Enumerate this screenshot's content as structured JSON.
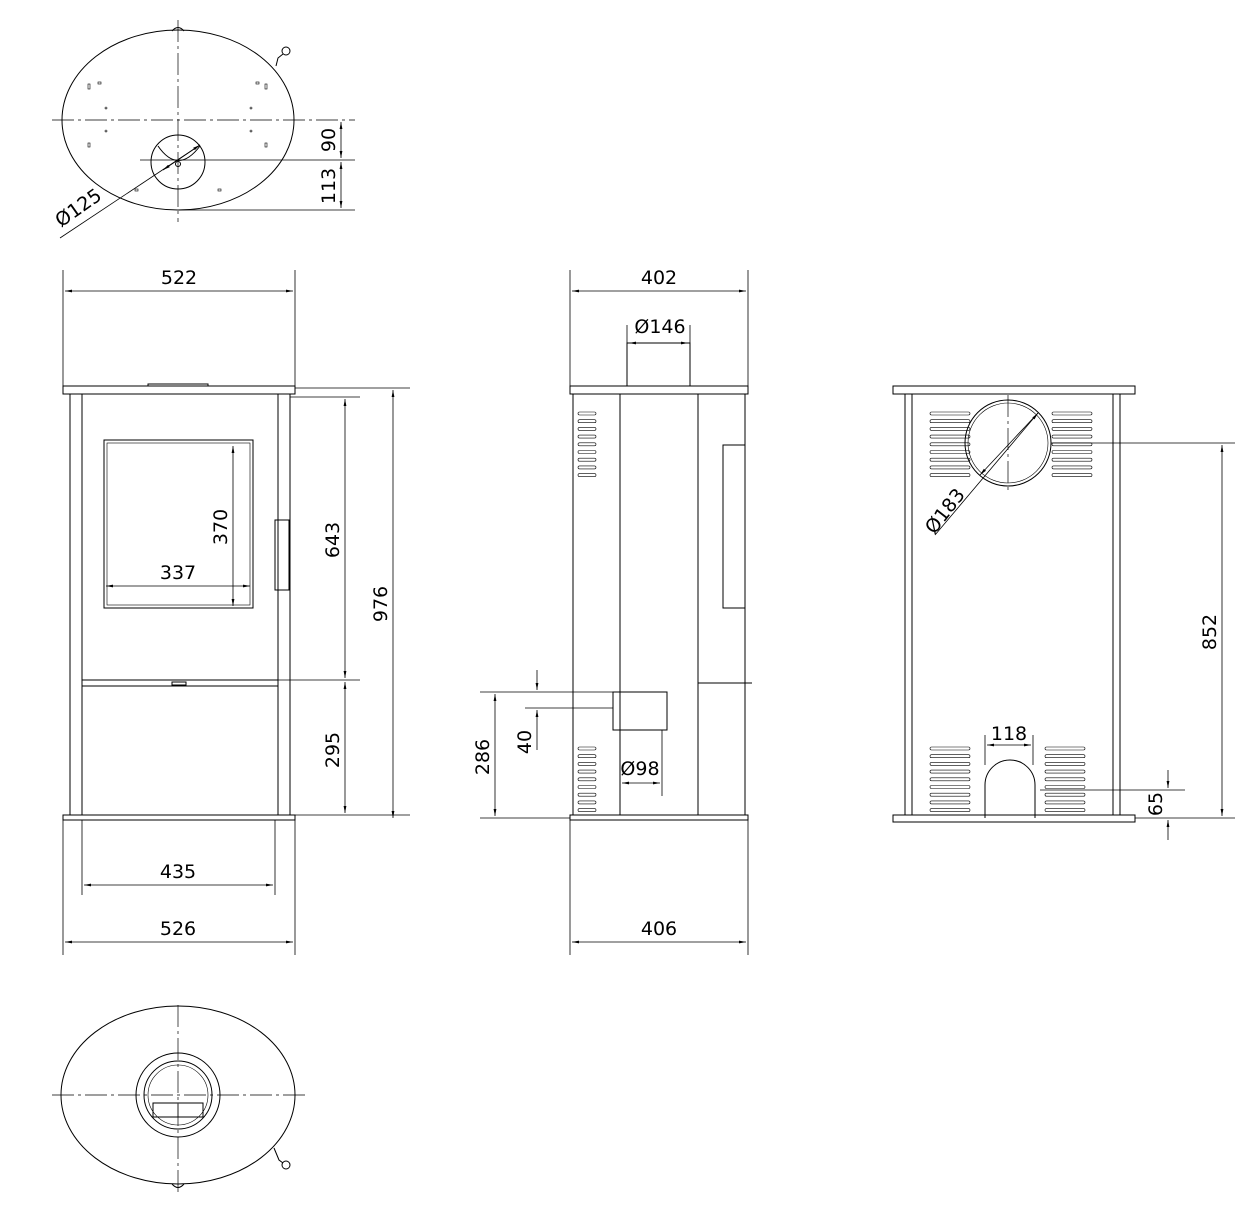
{
  "top_view": {
    "d_flue": "Ø125",
    "dim_90": "90",
    "dim_113": "113"
  },
  "front_view": {
    "width_top": "522",
    "glass_height": "370",
    "glass_width": "337",
    "door_height": "643",
    "total_height": "976",
    "lower_height": "295",
    "base_inner": "435",
    "base_width": "526"
  },
  "side_view": {
    "depth_top": "402",
    "d_top_outlet": "Ø146",
    "dim_40": "40",
    "dim_286": "286",
    "d_air": "Ø98",
    "depth_base": "406"
  },
  "back_view": {
    "d_rear_outlet": "Ø183",
    "dim_852": "852",
    "dim_118": "118",
    "dim_65": "65"
  },
  "colors": {
    "line": "#000000",
    "background": "#ffffff"
  }
}
